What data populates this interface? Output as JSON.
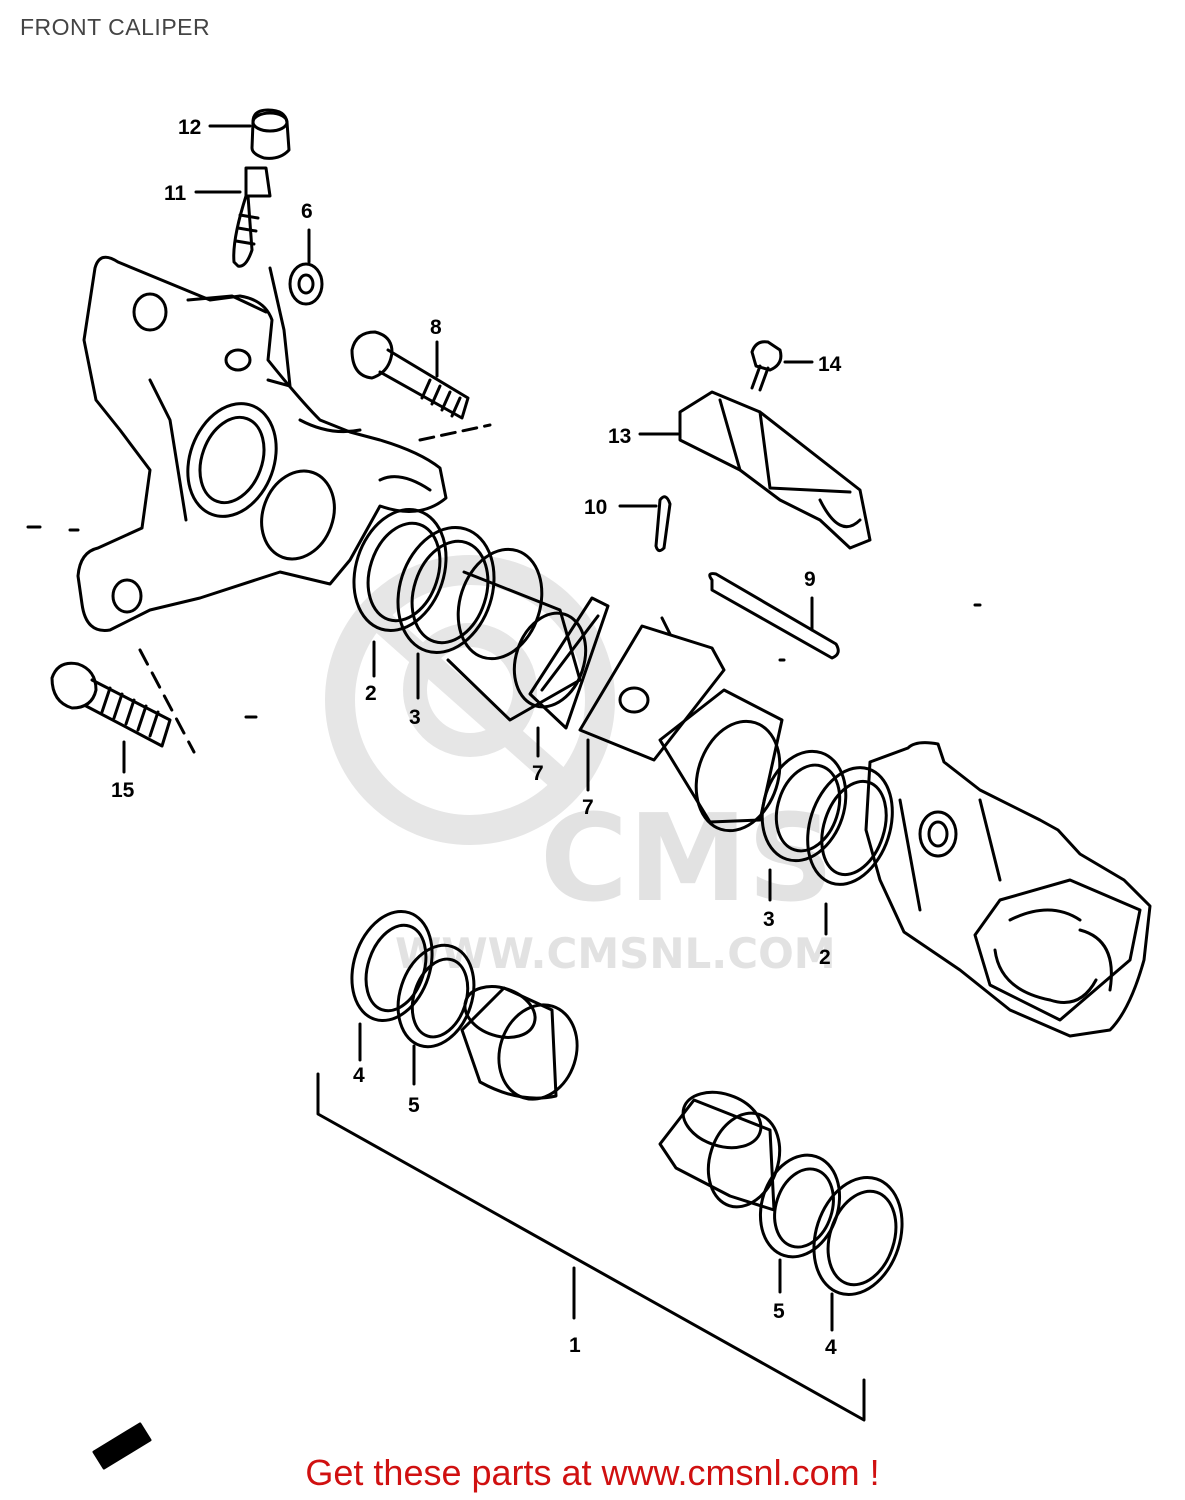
{
  "title": "FRONT CALIPER",
  "watermark": {
    "logo_text": "CMS",
    "url_text": "WWW.CMSNL.COM"
  },
  "callouts": [
    {
      "id": "c12",
      "label": "12"
    },
    {
      "id": "c11",
      "label": "11"
    },
    {
      "id": "c6",
      "label": "6"
    },
    {
      "id": "c8",
      "label": "8"
    },
    {
      "id": "c14",
      "label": "14"
    },
    {
      "id": "c13",
      "label": "13"
    },
    {
      "id": "c10",
      "label": "10"
    },
    {
      "id": "c9",
      "label": "9"
    },
    {
      "id": "c2a",
      "label": "2"
    },
    {
      "id": "c3a",
      "label": "3"
    },
    {
      "id": "c7a",
      "label": "7"
    },
    {
      "id": "c7b",
      "label": "7"
    },
    {
      "id": "c15",
      "label": "15"
    },
    {
      "id": "c3b",
      "label": "3"
    },
    {
      "id": "c2b",
      "label": "2"
    },
    {
      "id": "c4a",
      "label": "4"
    },
    {
      "id": "c5a",
      "label": "5"
    },
    {
      "id": "c1",
      "label": "1"
    },
    {
      "id": "c5b",
      "label": "5"
    },
    {
      "id": "c4b",
      "label": "4"
    }
  ],
  "promo": {
    "text": "Get these parts at www.cmsnl.com !"
  },
  "colors": {
    "line": "#000000",
    "watermark": "#e2e2e2",
    "promo": "#d01010",
    "title": "#444444"
  }
}
